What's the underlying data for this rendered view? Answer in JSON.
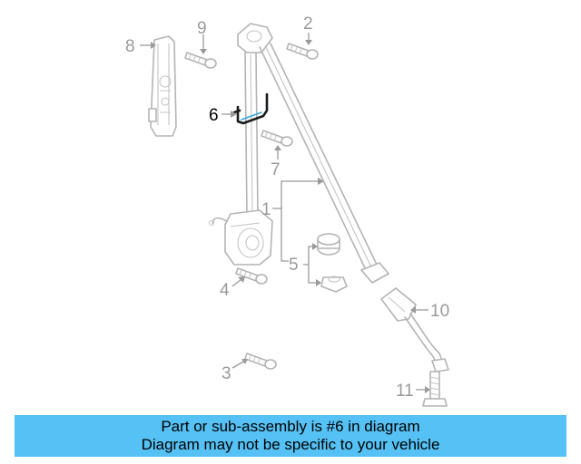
{
  "diagram": {
    "callouts": [
      "1",
      "2",
      "3",
      "4",
      "5",
      "6",
      "7",
      "8",
      "9",
      "10",
      "11"
    ],
    "highlighted_part": "6"
  },
  "banner": {
    "line1": "Part or sub-assembly is #6 in diagram",
    "line2": "Diagram may not be specific to your vehicle",
    "background": "#55c1f5"
  },
  "colors": {
    "part_lines": "#b4b4b4",
    "callout_text": "#9a9a9a",
    "highlight": "#38a6df"
  }
}
